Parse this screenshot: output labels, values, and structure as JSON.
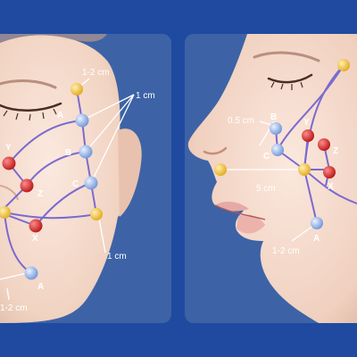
{
  "colors": {
    "background_blue": "#1f4aa0",
    "panel_blue": "#3d63a6",
    "point_blue": "#8fb3ea",
    "point_red": "#d42a2a",
    "point_yellow": "#f2c23a",
    "line_purple": "#7a6ad0",
    "line_white": "#ffffff",
    "skin": "#f1d6c6"
  },
  "left_panel": {
    "labels": {
      "dist_top": "1-2 cm",
      "dist_right": "1 cm",
      "dist_bottom_right": "1 cm",
      "dist_bottom_left": "1-2 cm",
      "point_a": "A",
      "point_b": "B",
      "point_c": "C",
      "point_x": "X",
      "point_y": "Y",
      "point_z": "Z",
      "point_a_lower": "A"
    }
  },
  "right_panel": {
    "labels": {
      "dist_nose": "0.5 cm",
      "dist_mouth": "5 cm",
      "dist_chin": "1-2 cm",
      "point_b": "B",
      "point_c": "C",
      "point_y": "Y",
      "point_z": "Z",
      "point_x": "X",
      "point_a": "A"
    }
  },
  "icons": [
    "closed-eye-icon",
    "acupoint-marker-icon"
  ]
}
